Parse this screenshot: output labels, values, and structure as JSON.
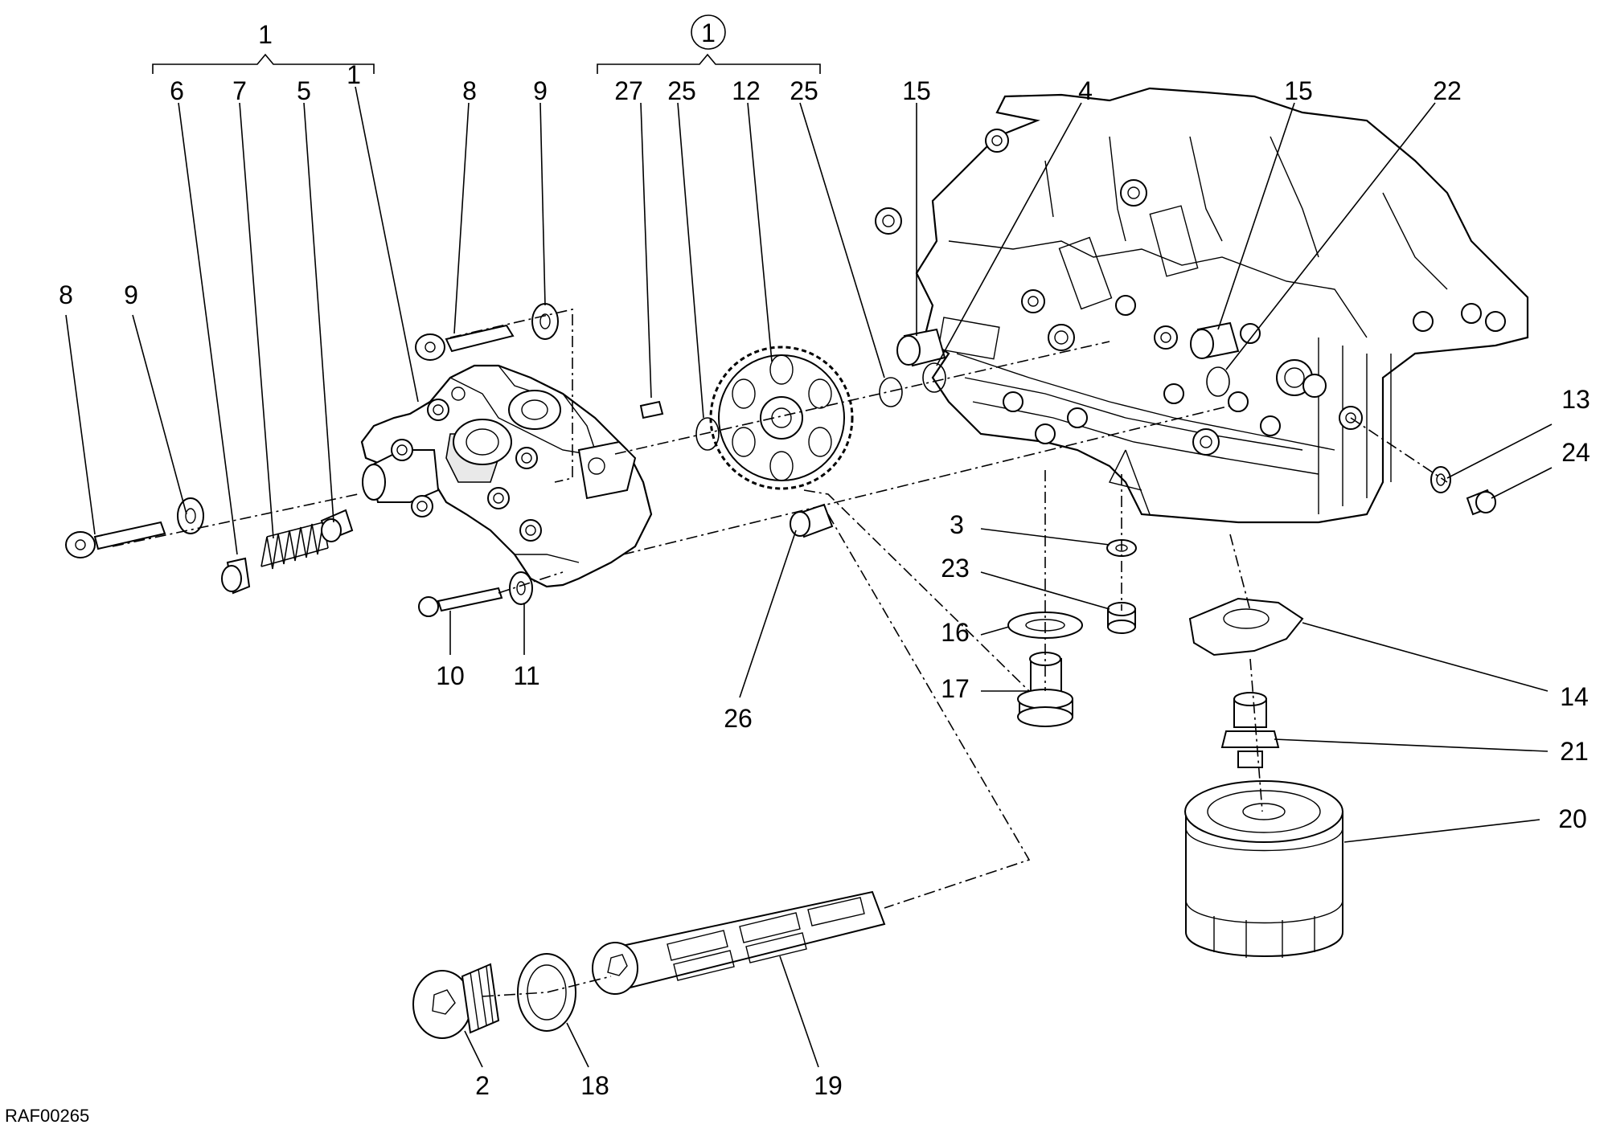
{
  "reference_code": "RAF00265",
  "group_labels": {
    "assembly_1": "1",
    "assembly_1_circled": "1"
  },
  "part_labels": {
    "p1": "1",
    "p2": "2",
    "p3": "3",
    "p4": "4",
    "p5": "5",
    "p6": "6",
    "p7": "7",
    "p8a": "8",
    "p8b": "8",
    "p9a": "9",
    "p9b": "9",
    "p10": "10",
    "p11": "11",
    "p12": "12",
    "p13": "13",
    "p14": "14",
    "p15a": "15",
    "p15b": "15",
    "p16": "16",
    "p17": "17",
    "p18": "18",
    "p19": "19",
    "p20": "20",
    "p21": "21",
    "p22": "22",
    "p23": "23",
    "p24": "24",
    "p25a": "25",
    "p25b": "25",
    "p26": "26",
    "p27": "27"
  }
}
